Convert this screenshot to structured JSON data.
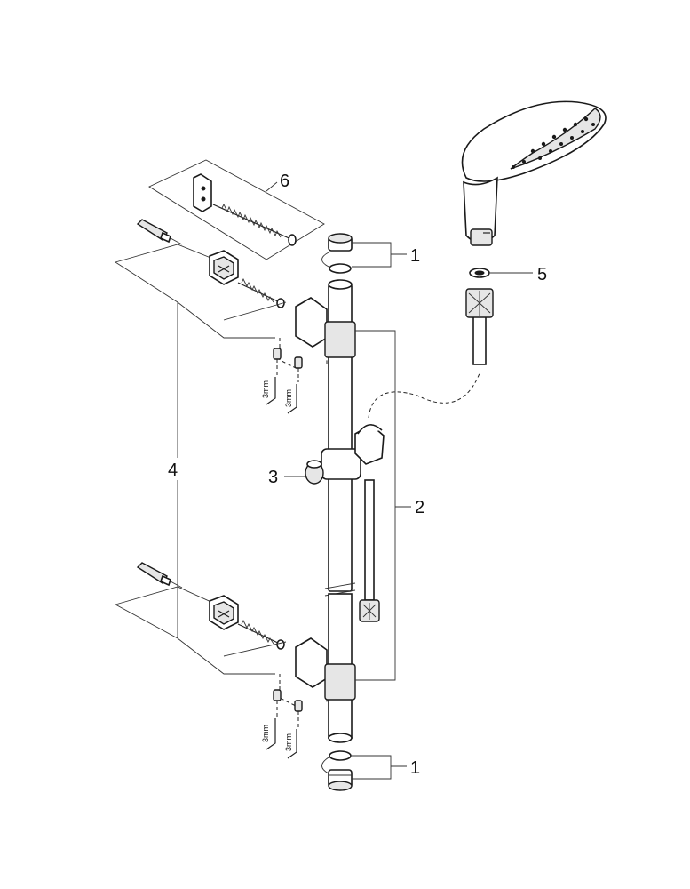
{
  "callouts": {
    "c1_top": "1",
    "c1_bottom": "1",
    "c2": "2",
    "c3": "3",
    "c4": "4",
    "c5": "5",
    "c6": "6"
  },
  "wrench_size": "3mm",
  "icons": [
    "shower-head-icon",
    "slide-rail-icon",
    "bracket-icon",
    "screw-icon",
    "dowel-icon",
    "hex-key-icon",
    "o-ring-icon",
    "end-cap-icon",
    "hose-icon",
    "slider-icon"
  ]
}
